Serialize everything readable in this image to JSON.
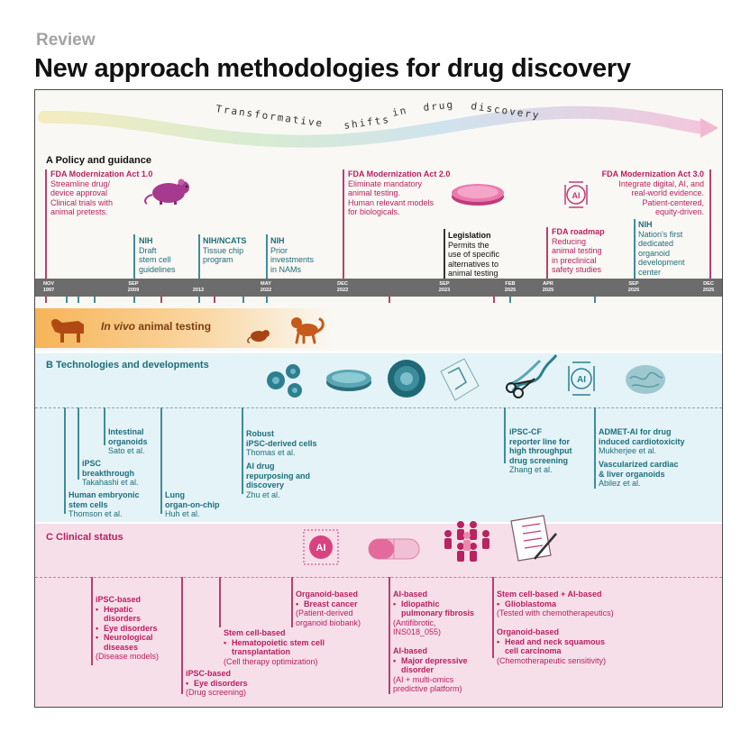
{
  "header": {
    "kicker": "Review",
    "title": "New approach methodologies for drug discovery"
  },
  "banner": {
    "words": [
      "Transformative",
      "shifts",
      "in",
      "drug",
      "discovery"
    ]
  },
  "sectionA": {
    "heading": "A  Policy and guidance",
    "act1": {
      "title": "FDA Modernization Act 1.0",
      "lines": [
        "Streamline drug/",
        "device approval",
        "Clinical trials with",
        "animal pretests."
      ]
    },
    "act2": {
      "title": "FDA Modernization Act 2.0",
      "lines": [
        "Eliminate mandatory",
        "animal testing.",
        "Human relevant models",
        "for biologicals."
      ]
    },
    "act3": {
      "title": "FDA Modernization Act 3.0",
      "lines": [
        "Integrate digital, AI, and",
        "real-world evidence.",
        "Patient-centered,",
        "equity-driven."
      ]
    },
    "nih1": {
      "title": "NIH",
      "lines": [
        "Draft",
        "stem cell",
        "guidelines"
      ]
    },
    "ncats": {
      "title": "NIH/NCATS",
      "lines": [
        "Tissue chip",
        "program"
      ]
    },
    "nih2": {
      "title": "NIH",
      "lines": [
        "Prior",
        "investments",
        "in NAMs"
      ]
    },
    "legislation": {
      "title": "Legislation",
      "lines": [
        "Permits the",
        "use of specific",
        "alternatives to",
        "animal testing"
      ]
    },
    "roadmap": {
      "title": "FDA roadmap",
      "lines": [
        "Reducing",
        "animal testing",
        "in preclinical",
        "safety studies"
      ]
    },
    "nih3": {
      "title": "NIH",
      "lines": [
        "Nation's first",
        "dedicated",
        "organoid",
        "development",
        "center"
      ]
    }
  },
  "timeline": {
    "ticks": [
      {
        "month": "NOV",
        "year": "1997"
      },
      {
        "month": "SEP",
        "year": "2009"
      },
      {
        "month": "",
        "year": "2012"
      },
      {
        "month": "MAY",
        "year": "2022"
      },
      {
        "month": "DEC",
        "year": "2022"
      },
      {
        "month": "SEP",
        "year": "2023"
      },
      {
        "month": "FEB",
        "year": "2025"
      },
      {
        "month": "APR",
        "year": "2025"
      },
      {
        "month": "SEP",
        "year": "2025"
      },
      {
        "month": "DEC",
        "year": "2025"
      }
    ]
  },
  "invivo": {
    "prefix": "In vivo",
    "rest": " animal testing"
  },
  "sectionB": {
    "heading": "B  Technologies and developments",
    "intestinal": {
      "title": [
        "Intestinal",
        "organoids"
      ],
      "ref": "Sato et al."
    },
    "ipsc": {
      "title": [
        "iPSC",
        "breakthrough"
      ],
      "ref": "Takahashi et al."
    },
    "embryonic": {
      "title": [
        "Human embryonic",
        "stem cells"
      ],
      "ref": "Thomson et al."
    },
    "lung": {
      "title": [
        "Lung",
        "organ-on-chip"
      ],
      "ref": "Huh et al."
    },
    "robust": {
      "title": [
        "Robust",
        "iPSC-derived cells"
      ],
      "ref": "Thomas et al."
    },
    "repurpose": {
      "title": [
        "AI drug",
        "repurposing and",
        "discovery"
      ],
      "ref": "Zhu et al."
    },
    "ipsccf": {
      "title": [
        "iPSC-CF",
        "reporter line for",
        "high throughput",
        "drug screening"
      ],
      "ref": "Zhang et al."
    },
    "admet": {
      "title": [
        "ADMET-AI for drug",
        "induced cardiotoxicity"
      ],
      "ref": "Mukherjee et al."
    },
    "vasc": {
      "title": [
        "Vascularized cardiac",
        "& liver organoids"
      ],
      "ref": "Abilez et al."
    },
    "ai_label": "AI"
  },
  "sectionC": {
    "heading": "C  Clinical status",
    "ai_label": "AI",
    "ipsc_disease": {
      "title": "iPSC-based",
      "items": [
        "Hepatic",
        "disorders",
        "Eye disorders",
        "Neurological",
        "diseases"
      ],
      "note": "(Disease models)"
    },
    "ipsc_eye": {
      "title": "iPSC-based",
      "item": "Eye disorders",
      "note": "(Drug screening)"
    },
    "stemcell": {
      "title": "Stem cell-based",
      "items": [
        "Hematopoietic stem cell",
        "transplantation"
      ],
      "note": "(Cell therapy optimization)"
    },
    "organoid": {
      "title": "Organoid-based",
      "item": "Breast cancer",
      "notes": [
        "(Patient-derived",
        "organoid biobank)"
      ]
    },
    "ai_ipf": {
      "title": "AI-based",
      "items": [
        "Idiopathic",
        "pulmonary fibrosis"
      ],
      "notes": [
        "(Antifibrotic,",
        "INS018_055)"
      ]
    },
    "ai_mdd": {
      "title": "AI-based",
      "items": [
        "Major depressive",
        "disorder"
      ],
      "notes": [
        "(AI + multi-omics",
        "predictive platform)"
      ]
    },
    "stem_ai": {
      "title": "Stem cell-based + AI-based",
      "item": "Glioblastoma",
      "note": "(Tested with chemotherapeutics)"
    },
    "org_hn": {
      "title": "Organoid-based",
      "items": [
        "Head and neck squamous",
        "cell carcinoma"
      ],
      "note": "(Chemotherapeutic sensitivity)"
    }
  }
}
